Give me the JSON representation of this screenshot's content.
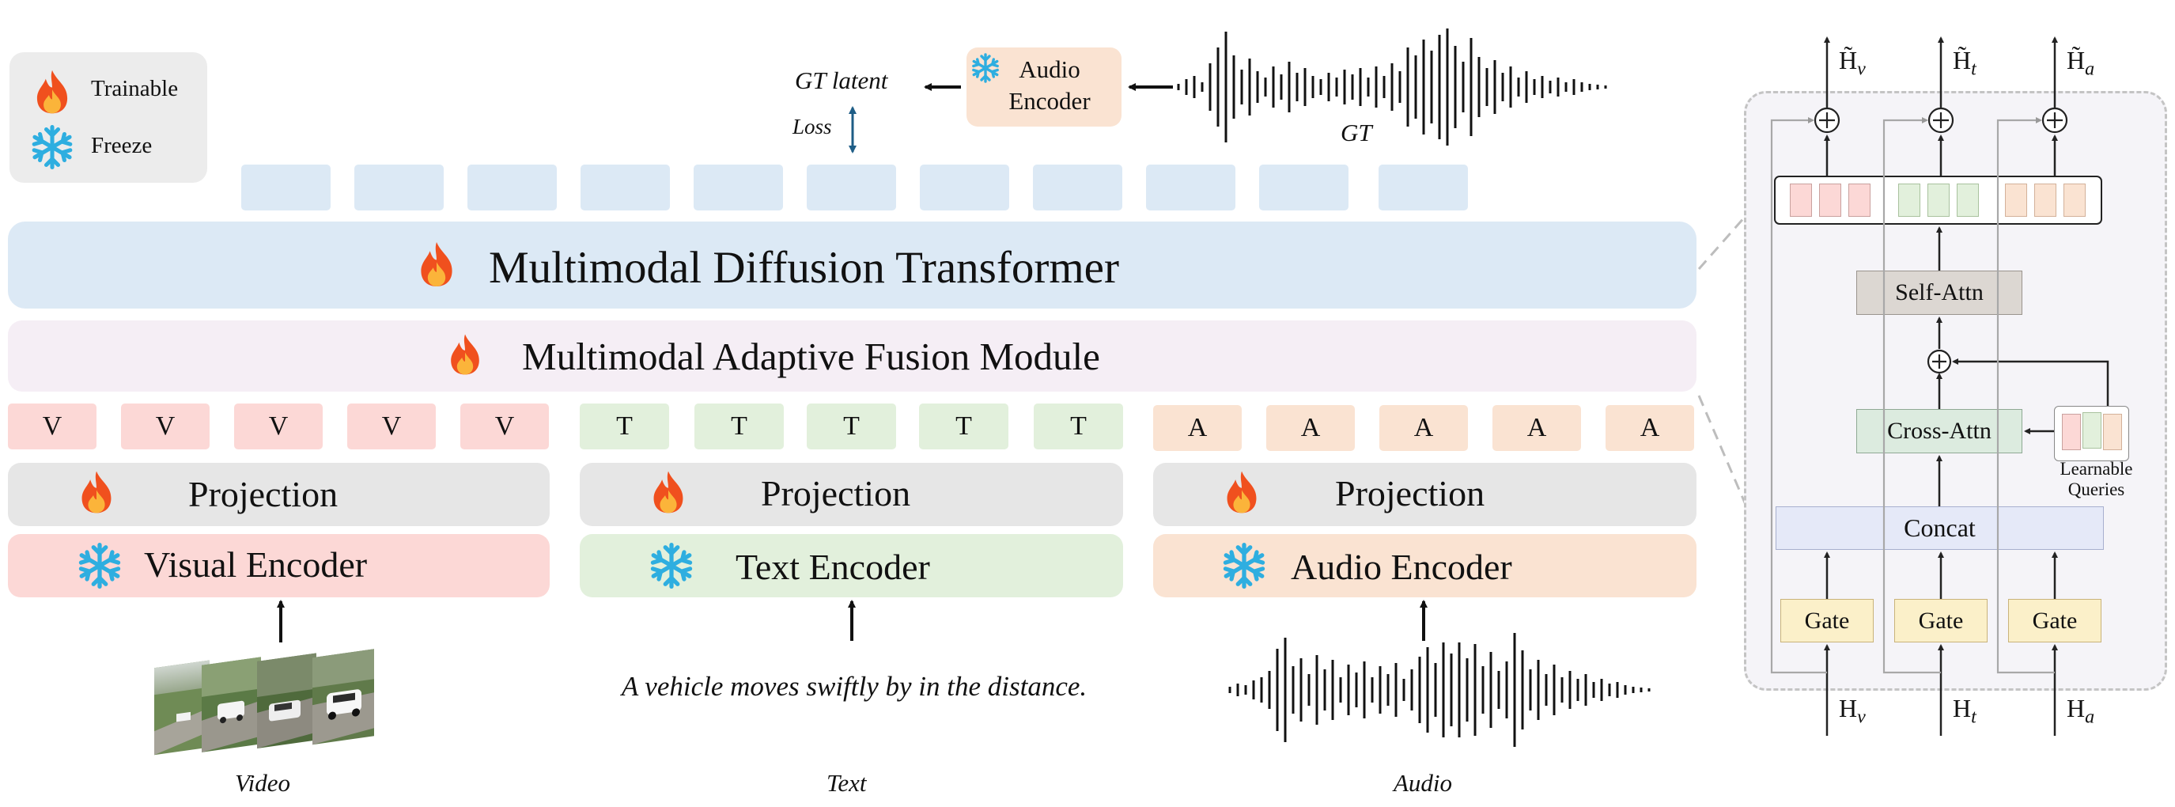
{
  "legend": {
    "trainable_label": "Trainable",
    "freeze_label": "Freeze"
  },
  "top": {
    "gt_latent": "GT latent",
    "loss": "Loss",
    "audio_encoder": "Audio Encoder",
    "gt": "GT"
  },
  "main": {
    "mmdit": "Multimodal Diffusion Transformer",
    "fusion": "Multimodal Adaptive Fusion Module"
  },
  "tokens": {
    "visual": "V",
    "text": "T",
    "audio": "A"
  },
  "columns": {
    "visual": {
      "projection": "Projection",
      "encoder": "Visual Encoder",
      "caption": "Video"
    },
    "text": {
      "projection": "Projection",
      "encoder": "Text Encoder",
      "caption": "Text",
      "sentence": "A vehicle moves swiftly by in the distance."
    },
    "audio": {
      "projection": "Projection",
      "encoder": "Audio Encoder",
      "caption": "Audio"
    }
  },
  "detail": {
    "self_attn": "Self-Attn",
    "cross_attn": "Cross-Attn",
    "concat": "Concat",
    "gate": "Gate",
    "learnable_queries": "Learnable Queries",
    "outputs": {
      "v": "H̃_v",
      "t": "H̃_t",
      "a": "H̃_a"
    },
    "inputs": {
      "v": "H_v",
      "t": "H_t",
      "a": "H_a"
    }
  },
  "colors": {
    "blue": "#dce9f5",
    "lavender": "#f5eef5",
    "pink": "#fcd8d6",
    "green": "#e2f0dc",
    "peach": "#fae3d2",
    "gray": "#e6e6e6",
    "gate": "#fbf0c9",
    "concat": "#e5e9f8",
    "attn": "#dcd7d2",
    "cross": "#dcebdf"
  }
}
